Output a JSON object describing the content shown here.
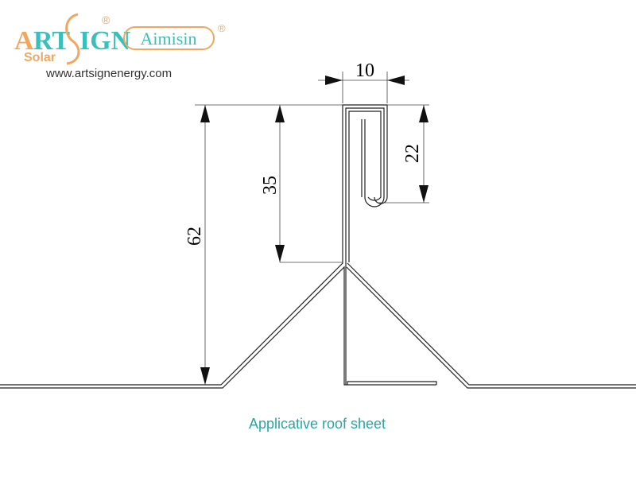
{
  "logo": {
    "brand1": "ARTSIGN",
    "brand1_sub": "Solar",
    "brand2": "Aimisin",
    "registered": "®",
    "website": "www.artsignenergy.com"
  },
  "dimensions": {
    "width_top": "10",
    "hook_depth": "22",
    "rib_upper": "35",
    "total_height": "62"
  },
  "caption": "Applicative roof sheet",
  "colors": {
    "teal": "#3bbfba",
    "orange": "#f0a860",
    "caption": "#2aa6a0",
    "line": "#222222"
  }
}
